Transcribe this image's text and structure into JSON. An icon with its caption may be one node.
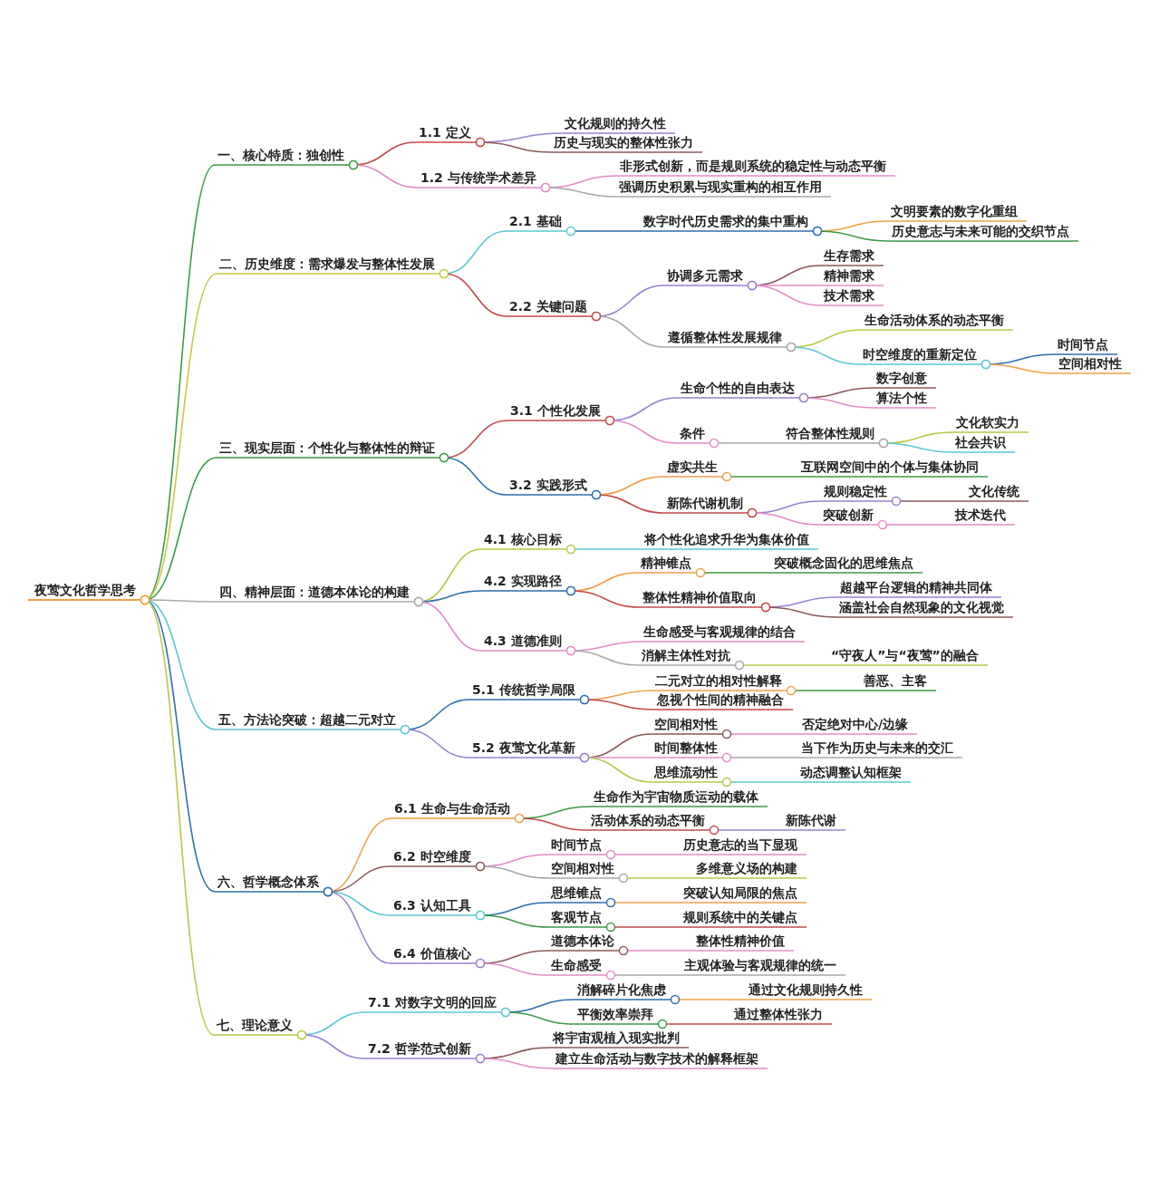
{
  "diagram": {
    "nodes": [
      {
        "text": [
          "夜莺文化哲学思考"
        ]
      },
      {
        "text": [
          "一、核心特质：独创性"
        ]
      },
      {
        "text": [
          "1.1 定义"
        ]
      },
      {
        "text": [
          "文化规则的持久性"
        ]
      },
      {
        "text": [
          "历史与现实的整体性张力"
        ]
      },
      {
        "text": [
          "1.2 与传统学术差异"
        ]
      },
      {
        "text": [
          "非形式创新，而是规则系统的稳定性与动态平衡"
        ]
      },
      {
        "text": [
          "强调历史积累与现实重构的相互作用"
        ]
      },
      {
        "text": [
          "二、历史维度：需求爆发与整体性发展"
        ]
      },
      {
        "text": [
          "2.1 基础"
        ]
      },
      {
        "text": [
          "数字时代历史需求的集中重构"
        ]
      },
      {
        "text": [
          "文明要素的数字化重组"
        ]
      },
      {
        "text": [
          "历史意志与未来可能的交织节点"
        ]
      },
      {
        "text": [
          "2.2 关键问题"
        ]
      },
      {
        "text": [
          "协调多元需求"
        ]
      },
      {
        "text": [
          "生存需求"
        ]
      },
      {
        "text": [
          "精神需求"
        ]
      },
      {
        "text": [
          "技术需求"
        ]
      },
      {
        "text": [
          "遵循整体性发展规律"
        ]
      },
      {
        "text": [
          "生命活动体系的动态平衡"
        ]
      },
      {
        "text": [
          "时空维度的重新定位"
        ]
      },
      {
        "text": [
          "时间节点"
        ]
      },
      {
        "text": [
          "空间相对性"
        ]
      },
      {
        "text": [
          "三、现实层面：个性化与整体性的辩证"
        ]
      },
      {
        "text": [
          "3.1 个性化发展"
        ]
      },
      {
        "text": [
          "生命个性的自由表达"
        ]
      },
      {
        "text": [
          "数字创意"
        ]
      },
      {
        "text": [
          "算法个性"
        ]
      },
      {
        "text": [
          "条件"
        ]
      },
      {
        "text": [
          "符合整体性规则"
        ]
      },
      {
        "text": [
          "文化软实力"
        ]
      },
      {
        "text": [
          "社会共识"
        ]
      },
      {
        "text": [
          "3.2 实践形式"
        ]
      },
      {
        "text": [
          "虚实共生"
        ]
      },
      {
        "text": [
          "互联网空间中的个体与集体协同"
        ]
      },
      {
        "text": [
          "新陈代谢机制"
        ]
      },
      {
        "text": [
          "规则稳定性"
        ]
      },
      {
        "text": [
          "文化传统"
        ]
      },
      {
        "text": [
          "突破创新"
        ]
      },
      {
        "text": [
          "技术迭代"
        ]
      },
      {
        "text": [
          "四、精神层面：道德本体论的构建"
        ]
      },
      {
        "text": [
          "4.1 核心目标"
        ]
      },
      {
        "text": [
          "将个性化追求升华为集体价值"
        ]
      },
      {
        "text": [
          "4.2 实现路径"
        ]
      },
      {
        "text": [
          "精神锥点"
        ]
      },
      {
        "text": [
          "突破概念固化的思维焦点"
        ]
      },
      {
        "text": [
          "整体性精神价值取向"
        ]
      },
      {
        "text": [
          "超越平台逻辑的精神共同体"
        ]
      },
      {
        "text": [
          "涵盖社会自然现象的文化视觉"
        ]
      },
      {
        "text": [
          "4.3 道德准则"
        ]
      },
      {
        "text": [
          "生命感受与客观规律的结合"
        ]
      },
      {
        "text": [
          "消解主体性对抗"
        ]
      },
      {
        "text": [
          "“守夜人”与“夜莺”的融合"
        ]
      },
      {
        "text": [
          "五、方法论突破：超越二元对立"
        ]
      },
      {
        "text": [
          "5.1 传统哲学局限"
        ]
      },
      {
        "text": [
          "二元对立的相对性解释"
        ]
      },
      {
        "text": [
          "善恶、主客"
        ]
      },
      {
        "text": [
          "忽视个性间的精神融合"
        ]
      },
      {
        "text": [
          "5.2 夜莺文化革新"
        ]
      },
      {
        "text": [
          "空间相对性"
        ]
      },
      {
        "text": [
          "否定绝对中心/边缘"
        ]
      },
      {
        "text": [
          "时间整体性"
        ]
      },
      {
        "text": [
          "当下作为历史与未来的交汇"
        ]
      },
      {
        "text": [
          "思维流动性"
        ]
      },
      {
        "text": [
          "动态调整认知框架"
        ]
      },
      {
        "text": [
          "六、哲学概念体系"
        ]
      },
      {
        "text": [
          "6.1 生命与生命活动"
        ]
      },
      {
        "text": [
          "生命作为宇宙物质运动的载体"
        ]
      },
      {
        "text": [
          "活动体系的动态平衡"
        ]
      },
      {
        "text": [
          "新陈代谢"
        ]
      },
      {
        "text": [
          "6.2 时空维度"
        ]
      },
      {
        "text": [
          "时间节点"
        ]
      },
      {
        "text": [
          "历史意志的当下显现"
        ]
      },
      {
        "text": [
          "空间相对性"
        ]
      },
      {
        "text": [
          "多维意义场的构建"
        ]
      },
      {
        "text": [
          "6.3 认知工具"
        ]
      },
      {
        "text": [
          "思维锥点"
        ]
      },
      {
        "text": [
          "突破认知局限的焦点"
        ]
      },
      {
        "text": [
          "客观节点"
        ]
      },
      {
        "text": [
          "规则系统中的关键点"
        ]
      },
      {
        "text": [
          "6.4 价值核心"
        ]
      },
      {
        "text": [
          "道德本体论"
        ]
      },
      {
        "text": [
          "整体性精神价值"
        ]
      },
      {
        "text": [
          "生命感受"
        ]
      },
      {
        "text": [
          "主观体验与客观规律的统一"
        ]
      },
      {
        "text": [
          "七、理论意义"
        ]
      },
      {
        "text": [
          "7.1 对数字文明的回应"
        ]
      },
      {
        "text": [
          "消解碎片化焦虑"
        ]
      },
      {
        "text": [
          "通过文化规则持久性"
        ]
      },
      {
        "text": [
          "平衡效率崇拜"
        ]
      },
      {
        "text": [
          "通过整体性张力"
        ]
      },
      {
        "text": [
          "7.2 哲学范式创新"
        ]
      },
      {
        "text": [
          "将宇宙观植入现实批判"
        ]
      },
      {
        "text": [
          "建立生命活动与数字技术的解释框架"
        ]
      }
    ],
    "edges": [
      {
        "from": 0,
        "to": 1,
        "arrow": "other",
        "color": "#3d9a46"
      },
      {
        "from": 1,
        "to": 2,
        "arrow": "other",
        "color": "#c44a4a"
      },
      {
        "from": 2,
        "to": 3,
        "arrow": "other",
        "color": "#9a80d0"
      },
      {
        "from": 2,
        "to": 4,
        "arrow": "other",
        "color": "#8a5a5a"
      },
      {
        "from": 1,
        "to": 5,
        "arrow": "other",
        "color": "#e48cc8"
      },
      {
        "from": 5,
        "to": 6,
        "arrow": "other",
        "color": "#e48cc8"
      },
      {
        "from": 5,
        "to": 7,
        "arrow": "other",
        "color": "#a8a8a8"
      },
      {
        "from": 0,
        "to": 8,
        "arrow": "other",
        "color": "#c8c84a"
      },
      {
        "from": 8,
        "to": 9,
        "arrow": "other",
        "color": "#5cc8d2"
      },
      {
        "from": 9,
        "to": 10,
        "arrow": "other",
        "color": "#2d6fae"
      },
      {
        "from": 10,
        "to": 11,
        "arrow": "other",
        "color": "#f0a048"
      },
      {
        "from": 10,
        "to": 12,
        "arrow": "other",
        "color": "#3d9a46"
      },
      {
        "from": 8,
        "to": 13,
        "arrow": "other",
        "color": "#c44a4a"
      },
      {
        "from": 13,
        "to": 14,
        "arrow": "other",
        "color": "#9a80d0"
      },
      {
        "from": 14,
        "to": 15,
        "arrow": "other",
        "color": "#8a5a5a"
      },
      {
        "from": 14,
        "to": 16,
        "arrow": "other",
        "color": "#e48cc8"
      },
      {
        "from": 14,
        "to": 17,
        "arrow": "other",
        "color": "#e48cc8"
      },
      {
        "from": 13,
        "to": 18,
        "arrow": "other",
        "color": "#a8a8a8"
      },
      {
        "from": 18,
        "to": 19,
        "arrow": "other",
        "color": "#b8c848"
      },
      {
        "from": 18,
        "to": 20,
        "arrow": "other",
        "color": "#5cc8d2"
      },
      {
        "from": 20,
        "to": 21,
        "arrow": "other",
        "color": "#2d6fae"
      },
      {
        "from": 20,
        "to": 22,
        "arrow": "other",
        "color": "#f0a048"
      },
      {
        "from": 0,
        "to": 23,
        "arrow": "other",
        "color": "#3d9a46"
      },
      {
        "from": 23,
        "to": 24,
        "arrow": "other",
        "color": "#c44a4a"
      },
      {
        "from": 24,
        "to": 25,
        "arrow": "other",
        "color": "#9a80d0"
      },
      {
        "from": 25,
        "to": 26,
        "arrow": "other",
        "color": "#8a5a5a"
      },
      {
        "from": 25,
        "to": 27,
        "arrow": "other",
        "color": "#e48cc8"
      },
      {
        "from": 24,
        "to": 28,
        "arrow": "other",
        "color": "#e48cc8"
      },
      {
        "from": 28,
        "to": 29,
        "arrow": "other",
        "color": "#a8a8a8"
      },
      {
        "from": 29,
        "to": 30,
        "arrow": "other",
        "color": "#b8c848"
      },
      {
        "from": 29,
        "to": 31,
        "arrow": "other",
        "color": "#5cc8d2"
      },
      {
        "from": 23,
        "to": 32,
        "arrow": "other",
        "color": "#2d6fae"
      },
      {
        "from": 32,
        "to": 33,
        "arrow": "other",
        "color": "#f0a048"
      },
      {
        "from": 33,
        "to": 34,
        "arrow": "other",
        "color": "#3d9a46"
      },
      {
        "from": 32,
        "to": 35,
        "arrow": "other",
        "color": "#c44a4a"
      },
      {
        "from": 35,
        "to": 36,
        "arrow": "other",
        "color": "#9a80d0"
      },
      {
        "from": 36,
        "to": 37,
        "arrow": "other",
        "color": "#8a5a5a"
      },
      {
        "from": 35,
        "to": 38,
        "arrow": "other",
        "color": "#e48cc8"
      },
      {
        "from": 38,
        "to": 39,
        "arrow": "other",
        "color": "#e48cc8"
      },
      {
        "from": 0,
        "to": 40,
        "arrow": "other",
        "color": "#a8a8a8"
      },
      {
        "from": 40,
        "to": 41,
        "arrow": "other",
        "color": "#b8c848"
      },
      {
        "from": 41,
        "to": 42,
        "arrow": "other",
        "color": "#5cc8d2"
      },
      {
        "from": 40,
        "to": 43,
        "arrow": "other",
        "color": "#2d6fae"
      },
      {
        "from": 43,
        "to": 44,
        "arrow": "other",
        "color": "#f0a048"
      },
      {
        "from": 44,
        "to": 45,
        "arrow": "other",
        "color": "#3d9a46"
      },
      {
        "from": 43,
        "to": 46,
        "arrow": "other",
        "color": "#c44a4a"
      },
      {
        "from": 46,
        "to": 47,
        "arrow": "other",
        "color": "#9a80d0"
      },
      {
        "from": 46,
        "to": 48,
        "arrow": "other",
        "color": "#8a5a5a"
      },
      {
        "from": 40,
        "to": 49,
        "arrow": "other",
        "color": "#e48cc8"
      },
      {
        "from": 49,
        "to": 50,
        "arrow": "other",
        "color": "#e48cc8"
      },
      {
        "from": 49,
        "to": 51,
        "arrow": "other",
        "color": "#a8a8a8"
      },
      {
        "from": 51,
        "to": 52,
        "arrow": "other",
        "color": "#b8c848"
      },
      {
        "from": 0,
        "to": 53,
        "arrow": "other",
        "color": "#5cc8d2"
      },
      {
        "from": 53,
        "to": 54,
        "arrow": "other",
        "color": "#2d6fae"
      },
      {
        "from": 54,
        "to": 55,
        "arrow": "other",
        "color": "#f0a048"
      },
      {
        "from": 55,
        "to": 56,
        "arrow": "other",
        "color": "#3d9a46"
      },
      {
        "from": 54,
        "to": 57,
        "arrow": "other",
        "color": "#c44a4a"
      },
      {
        "from": 53,
        "to": 58,
        "arrow": "other",
        "color": "#9a80d0"
      },
      {
        "from": 58,
        "to": 59,
        "arrow": "other",
        "color": "#8a5a5a"
      },
      {
        "from": 59,
        "to": 60,
        "arrow": "other",
        "color": "#e48cc8"
      },
      {
        "from": 58,
        "to": 61,
        "arrow": "other",
        "color": "#e48cc8"
      },
      {
        "from": 61,
        "to": 62,
        "arrow": "other",
        "color": "#a8a8a8"
      },
      {
        "from": 58,
        "to": 63,
        "arrow": "other",
        "color": "#b8c848"
      },
      {
        "from": 63,
        "to": 64,
        "arrow": "other",
        "color": "#5cc8d2"
      },
      {
        "from": 0,
        "to": 65,
        "arrow": "other",
        "color": "#2d6fae"
      },
      {
        "from": 65,
        "to": 66,
        "arrow": "other",
        "color": "#f0a048"
      },
      {
        "from": 66,
        "to": 67,
        "arrow": "other",
        "color": "#3d9a46"
      },
      {
        "from": 66,
        "to": 68,
        "arrow": "other",
        "color": "#c44a4a"
      },
      {
        "from": 68,
        "to": 69,
        "arrow": "other",
        "color": "#9a80d0"
      },
      {
        "from": 65,
        "to": 70,
        "arrow": "other",
        "color": "#8a5a5a"
      },
      {
        "from": 70,
        "to": 71,
        "arrow": "other",
        "color": "#e48cc8"
      },
      {
        "from": 71,
        "to": 72,
        "arrow": "other",
        "color": "#e48cc8"
      },
      {
        "from": 70,
        "to": 73,
        "arrow": "other",
        "color": "#a8a8a8"
      },
      {
        "from": 73,
        "to": 74,
        "arrow": "other",
        "color": "#b8c848"
      },
      {
        "from": 65,
        "to": 75,
        "arrow": "other",
        "color": "#5cc8d2"
      },
      {
        "from": 75,
        "to": 76,
        "arrow": "other",
        "color": "#2d6fae"
      },
      {
        "from": 76,
        "to": 77,
        "arrow": "other",
        "color": "#f0a048"
      },
      {
        "from": 75,
        "to": 78,
        "arrow": "other",
        "color": "#3d9a46"
      },
      {
        "from": 78,
        "to": 79,
        "arrow": "other",
        "color": "#c44a4a"
      },
      {
        "from": 65,
        "to": 80,
        "arrow": "other",
        "color": "#9a80d0"
      },
      {
        "from": 80,
        "to": 81,
        "arrow": "other",
        "color": "#8a5a5a"
      },
      {
        "from": 81,
        "to": 82,
        "arrow": "other",
        "color": "#e48cc8"
      },
      {
        "from": 80,
        "to": 83,
        "arrow": "other",
        "color": "#e48cc8"
      },
      {
        "from": 83,
        "to": 84,
        "arrow": "other",
        "color": "#a8a8a8"
      },
      {
        "from": 0,
        "to": 85,
        "arrow": "other",
        "color": "#b8c848"
      },
      {
        "from": 85,
        "to": 86,
        "arrow": "other",
        "color": "#5cc8d2"
      },
      {
        "from": 86,
        "to": 87,
        "arrow": "other",
        "color": "#2d6fae"
      },
      {
        "from": 87,
        "to": 88,
        "arrow": "other",
        "color": "#f0a048"
      },
      {
        "from": 86,
        "to": 89,
        "arrow": "other",
        "color": "#3d9a46"
      },
      {
        "from": 89,
        "to": 90,
        "arrow": "other",
        "color": "#c44a4a"
      },
      {
        "from": 85,
        "to": 91,
        "arrow": "other",
        "color": "#9a80d0"
      },
      {
        "from": 91,
        "to": 92,
        "arrow": "other",
        "color": "#8a5a5a"
      },
      {
        "from": 91,
        "to": 93,
        "arrow": "other",
        "color": "#e48cc8"
      }
    ]
  }
}
